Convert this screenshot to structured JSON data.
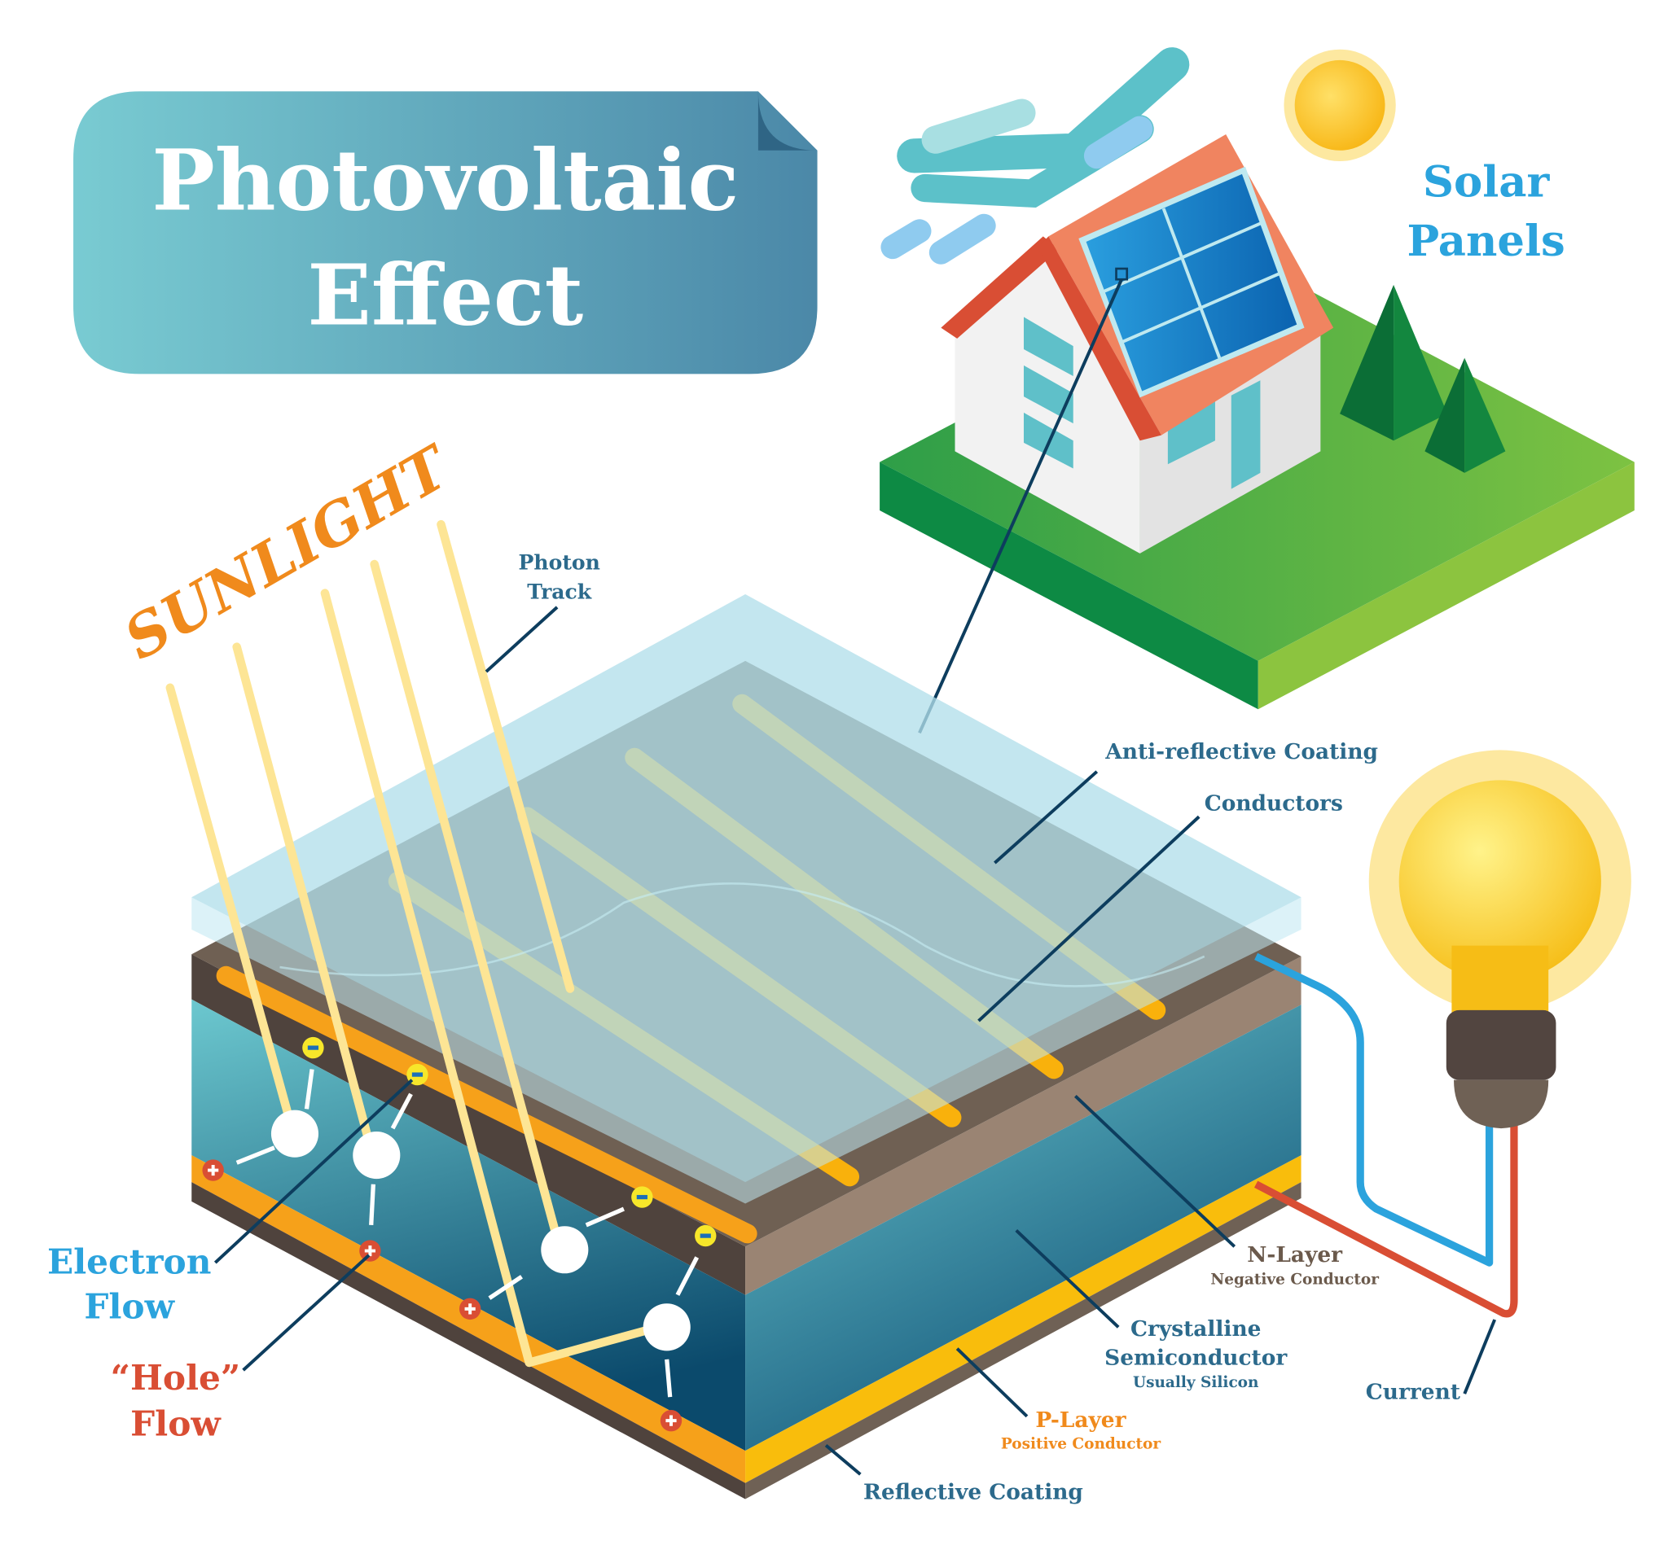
{
  "title": {
    "line1": "Photovoltaic",
    "line2": "Effect"
  },
  "sunlight_label": "SUNLIGHT",
  "solar_panels": {
    "line1": "Solar",
    "line2": "Panels"
  },
  "labels": {
    "photon_track": {
      "line1": "Photon",
      "line2": "Track"
    },
    "anti_reflective": "Anti-reflective Coating",
    "conductors": "Conductors",
    "n_layer": {
      "title": "N-Layer",
      "sub": "Negative Conductor"
    },
    "crystalline": {
      "line1": "Crystalline",
      "line2": "Semiconductor",
      "sub": "Usually Silicon"
    },
    "p_layer": {
      "title": "P-Layer",
      "sub": "Positive Conductor"
    },
    "reflective": "Reflective Coating",
    "current": "Current",
    "electron_flow": {
      "line1": "Electron",
      "line2": "Flow"
    },
    "hole_flow": {
      "line1": "“Hole”",
      "line2": "Flow"
    }
  },
  "colors": {
    "title_gradient": [
      "#79cbd2",
      "#4b88a8"
    ],
    "sunlight": "#f08a1c",
    "electron": "#2ba3dd",
    "hole": "#d94e34",
    "label_blue": "#2c6a8c",
    "n_layer_brown": "#6b5a4c",
    "p_layer_orange": "#f08a1c"
  }
}
